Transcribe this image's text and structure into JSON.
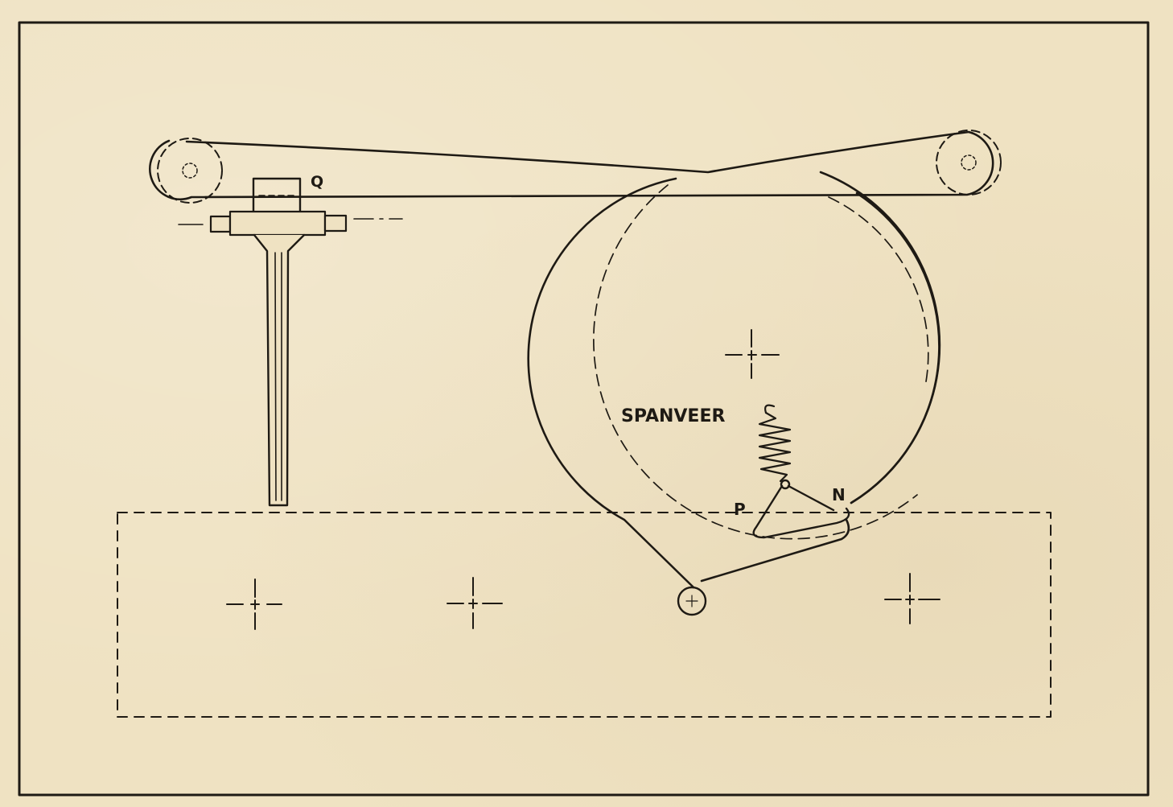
{
  "labels": {
    "q": "Q",
    "spring": "SPANVEER",
    "p": "P",
    "n": "N"
  },
  "colors": {
    "paper": "#efe2c2",
    "ink": "#1e1a14"
  }
}
